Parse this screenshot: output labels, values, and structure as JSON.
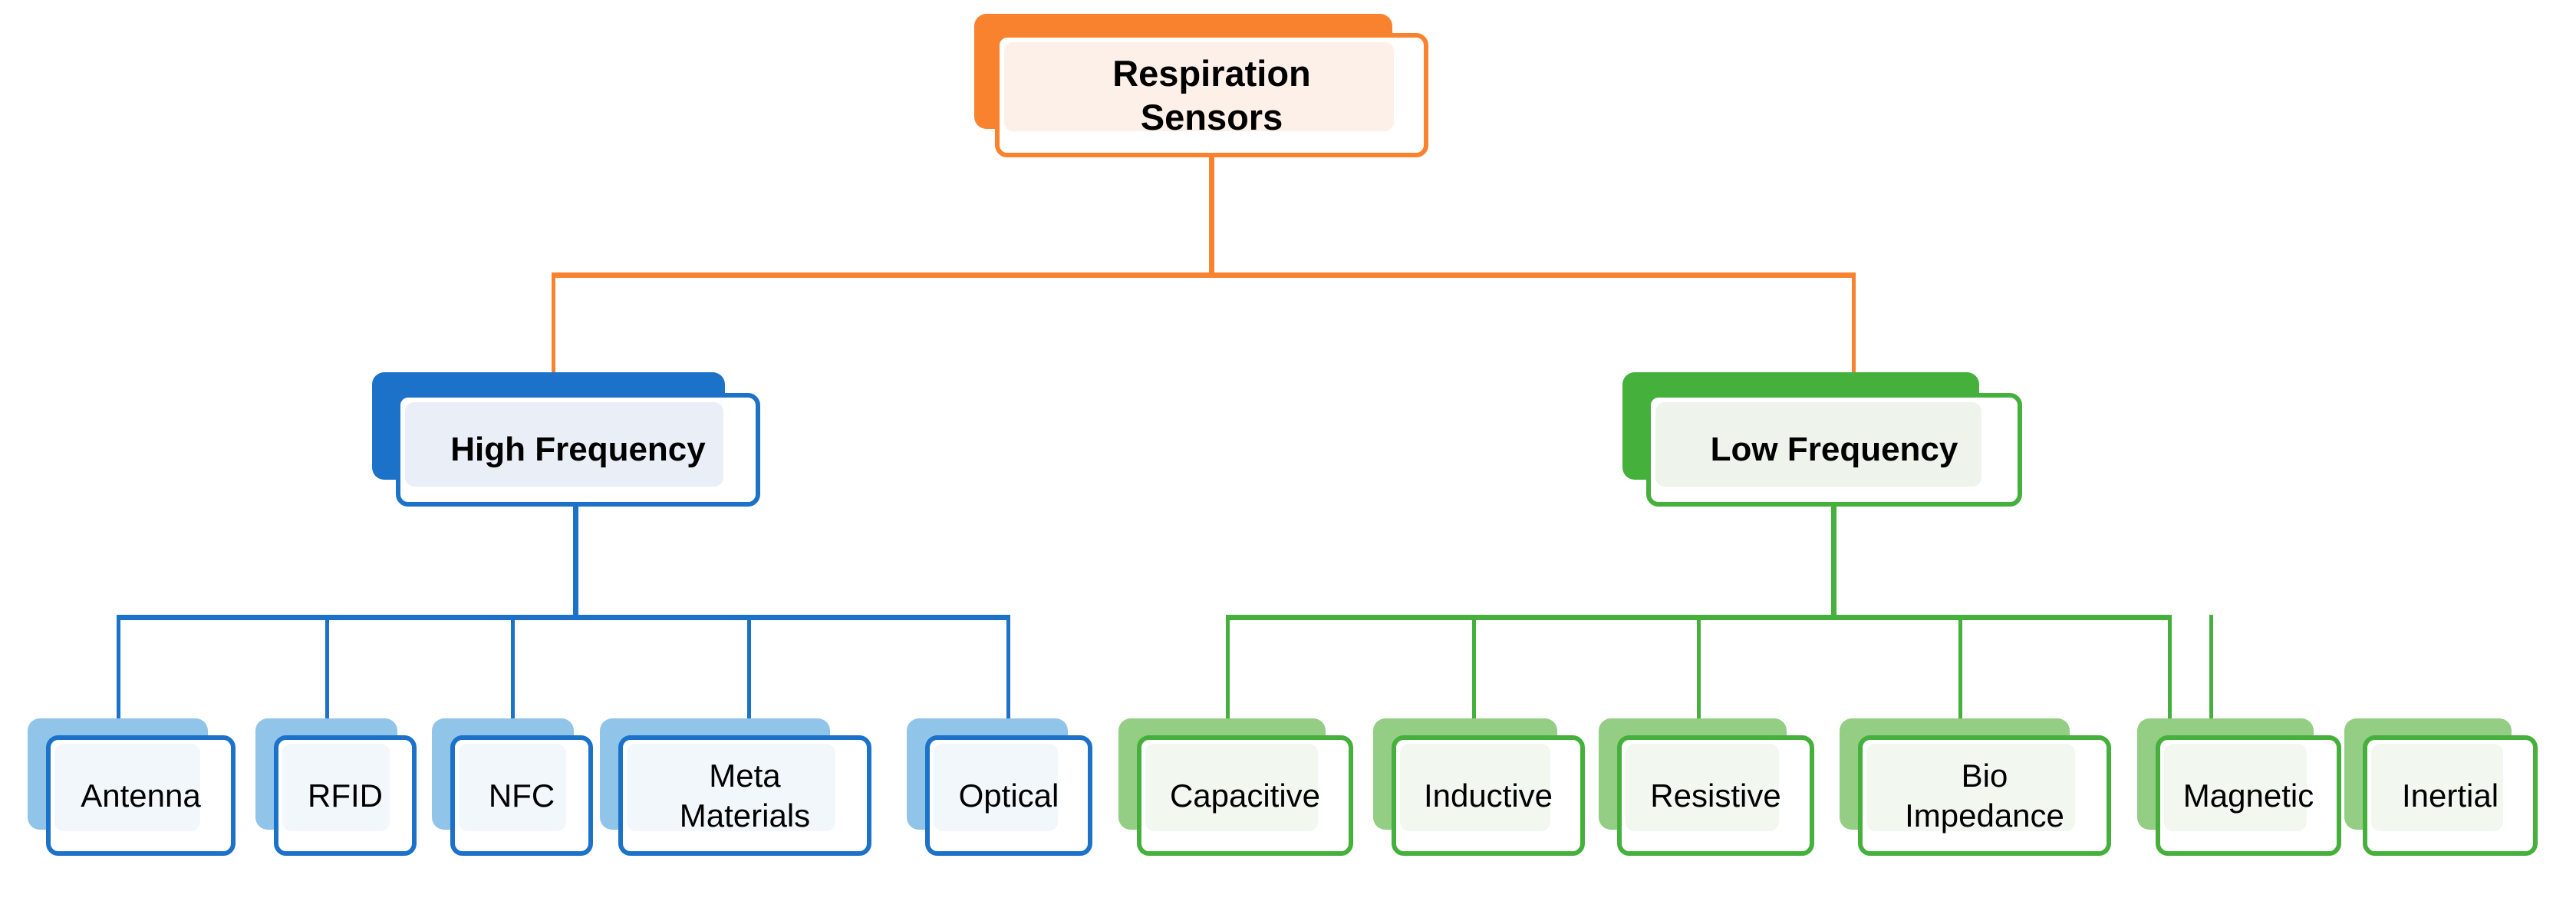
{
  "diagram": {
    "title": "Respiration Sensors taxonomy",
    "type": "tree",
    "colors": {
      "orange_accent": "#F9822E",
      "orange_fill": "#FDF0E8",
      "blue_accent": "#1B72C8",
      "blue_fill": "#EAEEF6",
      "blue_leaf_shadow": "#90C4E9",
      "blue_leaf_fill": "#F2F7FC",
      "green_accent": "#45B03C",
      "green_fill": "#EEF3EC",
      "green_leaf_shadow": "#93CE84",
      "green_leaf_fill": "#F2F7F0",
      "background": "#FFFFFF",
      "text": "#000000"
    },
    "root": {
      "label": "Respiration\nSensors"
    },
    "branches": [
      {
        "id": "high-frequency",
        "label": "High Frequency",
        "accent": "#1B72C8",
        "children": [
          {
            "id": "antenna",
            "label": "Antenna"
          },
          {
            "id": "rfid",
            "label": "RFID"
          },
          {
            "id": "nfc",
            "label": "NFC"
          },
          {
            "id": "meta-materials",
            "label": "Meta\nMaterials"
          },
          {
            "id": "optical",
            "label": "Optical"
          }
        ]
      },
      {
        "id": "low-frequency",
        "label": "Low Frequency",
        "accent": "#45B03C",
        "children": [
          {
            "id": "capacitive",
            "label": "Capacitive"
          },
          {
            "id": "inductive",
            "label": "Inductive"
          },
          {
            "id": "resistive",
            "label": "Resistive"
          },
          {
            "id": "bio-impedance",
            "label": "Bio\nImpedance"
          },
          {
            "id": "magnetic",
            "label": "Magnetic"
          },
          {
            "id": "inertial",
            "label": "Inertial"
          }
        ]
      }
    ]
  }
}
